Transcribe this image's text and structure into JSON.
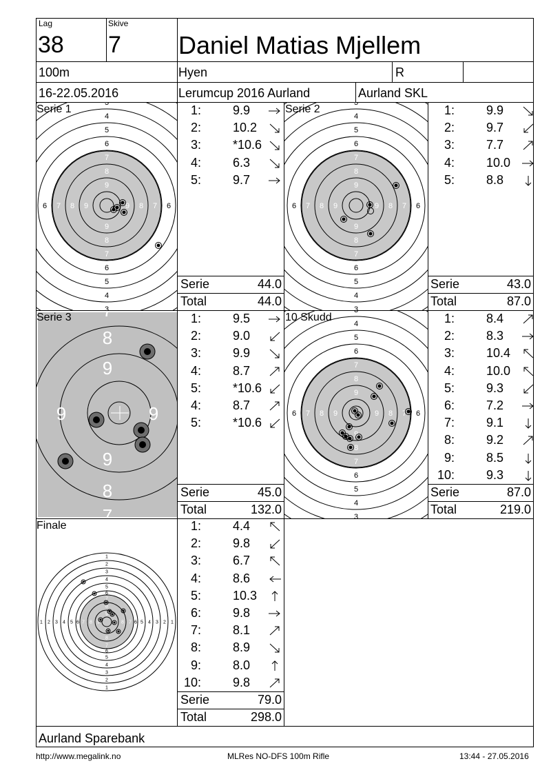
{
  "header": {
    "lag_label": "Lag",
    "lag_value": "38",
    "skive_label": "Skive",
    "skive_value": "7",
    "shooter_name": "Daniel Matias Mjellem",
    "distance": "100m",
    "location": "Hyen",
    "class": "R",
    "dates": "16-22.05.2016",
    "competition": "Lerumcup 2016 Aurland",
    "club": "Aurland SKL"
  },
  "series": [
    {
      "title": "Serie 1",
      "shots": [
        {
          "num": "1:",
          "value": "9.9",
          "arrow": "east"
        },
        {
          "num": "2:",
          "value": "10.2",
          "arrow": "south-east"
        },
        {
          "num": "3:",
          "value": "*10.6",
          "arrow": "south-east"
        },
        {
          "num": "4:",
          "value": "6.3",
          "arrow": "south-east"
        },
        {
          "num": "5:",
          "value": "9.7",
          "arrow": "east"
        }
      ],
      "serie_label": "Serie",
      "serie_value": "44.0",
      "total_label": "Total",
      "total_value": "44.0"
    },
    {
      "title": "Serie 2",
      "shots": [
        {
          "num": "1:",
          "value": "9.9",
          "arrow": "south-east"
        },
        {
          "num": "2:",
          "value": "9.7",
          "arrow": "south-west"
        },
        {
          "num": "3:",
          "value": "7.7",
          "arrow": "north-east"
        },
        {
          "num": "4:",
          "value": "10.0",
          "arrow": "east"
        },
        {
          "num": "5:",
          "value": "8.8",
          "arrow": "south"
        }
      ],
      "serie_label": "Serie",
      "serie_value": "43.0",
      "total_label": "Total",
      "total_value": "87.0"
    },
    {
      "title": "Serie 3",
      "shots": [
        {
          "num": "1:",
          "value": "9.5",
          "arrow": "east"
        },
        {
          "num": "2:",
          "value": "9.0",
          "arrow": "south-west"
        },
        {
          "num": "3:",
          "value": "9.9",
          "arrow": "south-east"
        },
        {
          "num": "4:",
          "value": "8.7",
          "arrow": "north-east"
        },
        {
          "num": "5:",
          "value": "*10.6",
          "arrow": "south-west"
        },
        {
          "num": "4:",
          "value": "8.7",
          "arrow": "north-east"
        },
        {
          "num": "5:",
          "value": "*10.6",
          "arrow": "south-west"
        }
      ],
      "serie_label": "Serie",
      "serie_value": "45.0",
      "total_label": "Total",
      "total_value": "132.0"
    },
    {
      "title": "10 Skudd",
      "shots": [
        {
          "num": "1:",
          "value": "8.4",
          "arrow": "north-east"
        },
        {
          "num": "2:",
          "value": "8.3",
          "arrow": "east"
        },
        {
          "num": "3:",
          "value": "10.4",
          "arrow": "north-west"
        },
        {
          "num": "4:",
          "value": "10.0",
          "arrow": "north-west"
        },
        {
          "num": "5:",
          "value": "9.3",
          "arrow": "south-west"
        },
        {
          "num": "6:",
          "value": "7.2",
          "arrow": "east"
        },
        {
          "num": "7:",
          "value": "9.1",
          "arrow": "south"
        },
        {
          "num": "8:",
          "value": "9.2",
          "arrow": "north-east"
        },
        {
          "num": "9:",
          "value": "8.5",
          "arrow": "south"
        },
        {
          "num": "10:",
          "value": "9.3",
          "arrow": "south"
        }
      ],
      "serie_label": "Serie",
      "serie_value": "87.0",
      "total_label": "Total",
      "total_value": "219.0"
    },
    {
      "title": "Finale",
      "shots": [
        {
          "num": "1:",
          "value": "4.4",
          "arrow": "north-west"
        },
        {
          "num": "2:",
          "value": "9.8",
          "arrow": "south-west"
        },
        {
          "num": "3:",
          "value": "6.7",
          "arrow": "north-west"
        },
        {
          "num": "4:",
          "value": "8.6",
          "arrow": "west"
        },
        {
          "num": "5:",
          "value": "10.3",
          "arrow": "north"
        },
        {
          "num": "6:",
          "value": "9.8",
          "arrow": "east"
        },
        {
          "num": "7:",
          "value": "8.1",
          "arrow": "north-east"
        },
        {
          "num": "8:",
          "value": "8.9",
          "arrow": "south-east"
        },
        {
          "num": "9:",
          "value": "8.0",
          "arrow": "north"
        },
        {
          "num": "10:",
          "value": "9.8",
          "arrow": "north-east"
        }
      ],
      "serie_label": "Serie",
      "serie_value": "79.0",
      "total_label": "Total",
      "total_value": "298.0"
    }
  ],
  "sponsor": "Aurland Sparebank",
  "footer": {
    "url": "http://www.megalink.no",
    "software": "MLRes NO-DFS 100m Rifle",
    "timestamp": "13:44 - 27.05.2016"
  },
  "target_labels": {
    "standard_rings": [
      "3",
      "4",
      "5",
      "6",
      "7",
      "8",
      "9"
    ],
    "zoom_rings": [
      "7",
      "8",
      "9"
    ],
    "finale_rings": [
      "1",
      "2",
      "3",
      "4",
      "5",
      "6",
      "7",
      "8",
      "9"
    ]
  },
  "colors": {
    "grey_zone": "#c8c8c8",
    "zoom_bg": "#c0c0c0",
    "hit_fill": "#000000"
  }
}
